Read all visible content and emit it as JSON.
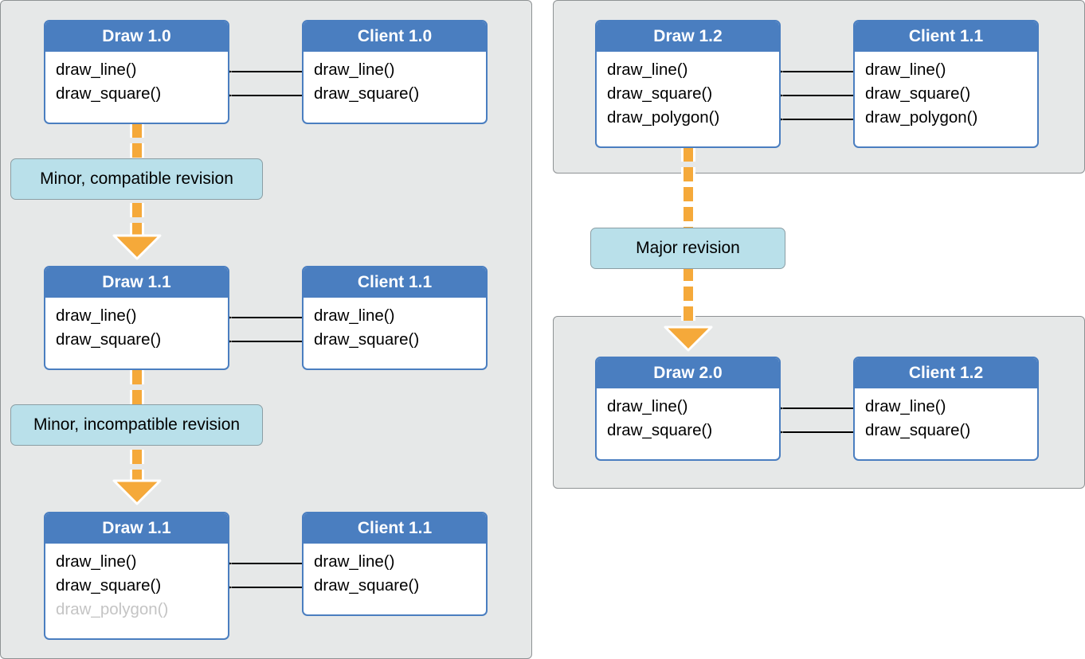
{
  "boxes": {
    "draw_1_0": {
      "title": "Draw 1.0",
      "methods": [
        "draw_line()",
        "draw_square()"
      ]
    },
    "client_1_0": {
      "title": "Client 1.0",
      "methods": [
        "draw_line()",
        "draw_square()"
      ]
    },
    "draw_1_1_a": {
      "title": "Draw 1.1",
      "methods": [
        "draw_line()",
        "draw_square()"
      ]
    },
    "client_1_1_a": {
      "title": "Client 1.1",
      "methods": [
        "draw_line()",
        "draw_square()"
      ]
    },
    "draw_1_1_b": {
      "title": "Draw 1.1",
      "methods": [
        "draw_line()",
        "draw_square()",
        "draw_polygon()"
      ]
    },
    "client_1_1_b": {
      "title": "Client 1.1",
      "methods": [
        "draw_line()",
        "draw_square()"
      ]
    },
    "draw_1_2": {
      "title": "Draw 1.2",
      "methods": [
        "draw_line()",
        "draw_square()",
        "draw_polygon()"
      ]
    },
    "client_1_1_c": {
      "title": "Client 1.1",
      "methods": [
        "draw_line()",
        "draw_square()",
        "draw_polygon()"
      ]
    },
    "draw_2_0": {
      "title": "Draw 2.0",
      "methods": [
        "draw_line()",
        "draw_square()"
      ]
    },
    "client_1_2": {
      "title": "Client 1.2",
      "methods": [
        "draw_line()",
        "draw_square()"
      ]
    }
  },
  "labels": {
    "minor_compatible": "Minor, compatible revision",
    "minor_incompatible": "Minor, incompatible revision",
    "major": "Major revision"
  },
  "colors": {
    "box_header": "#4a7ec0",
    "panel_bg": "#e6e8e8",
    "label_bg": "#b9e0ea",
    "revision_arrow": "#f5a93a",
    "dimmed_text": "#c4c4c4"
  }
}
